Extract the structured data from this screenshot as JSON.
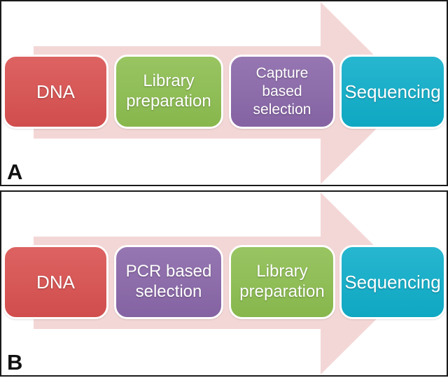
{
  "colors": {
    "arrow": "#F3D7D6",
    "panel_border": "#1A1A1A",
    "step_text": "#FFFFFF",
    "panel_label_text": "#111111",
    "step_red": "#D95150",
    "step_green": "#8DBE50",
    "step_purple": "#8A67A9",
    "step_cyan": "#0FAECA"
  },
  "panels": [
    {
      "label": "A",
      "steps": [
        {
          "text": "DNA",
          "color": "#D95150"
        },
        {
          "text": "Library preparation",
          "color": "#8DBE50"
        },
        {
          "text": "Capture based selection",
          "color": "#8A67A9"
        },
        {
          "text": "Sequencing",
          "color": "#0FAECA"
        }
      ]
    },
    {
      "label": "B",
      "steps": [
        {
          "text": "DNA",
          "color": "#D95150"
        },
        {
          "text": "PCR based selection",
          "color": "#8A67A9"
        },
        {
          "text": "Library preparation",
          "color": "#8DBE50"
        },
        {
          "text": "Sequencing",
          "color": "#0FAECA"
        }
      ]
    }
  ]
}
